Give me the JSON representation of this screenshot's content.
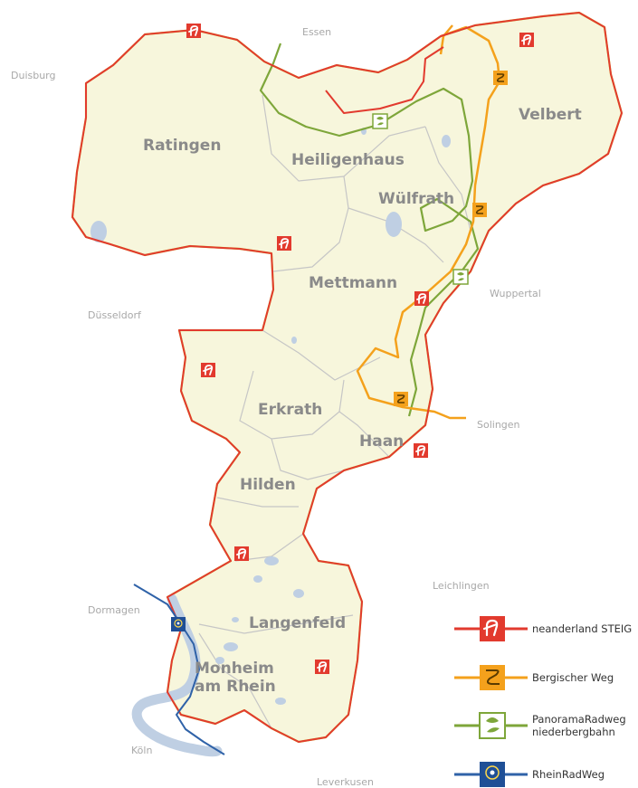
{
  "colors": {
    "district_fill": "#f7f6dc",
    "district_outline": "#c4d831",
    "internal_border": "#c6c6c6",
    "water": "#bfcfe3",
    "steig": "#e23a2e",
    "bergisch": "#f4a11c",
    "panorama": "#7ea63a",
    "rhein": "#2f62a8"
  },
  "cities": [
    {
      "id": "ratingen",
      "label": "Ratingen"
    },
    {
      "id": "heiligenhaus",
      "label": "Heiligenhaus"
    },
    {
      "id": "velbert",
      "label": "Velbert"
    },
    {
      "id": "wuelfrath",
      "label": "Wülfrath"
    },
    {
      "id": "mettmann",
      "label": "Mettmann"
    },
    {
      "id": "erkrath",
      "label": "Erkrath"
    },
    {
      "id": "haan",
      "label": "Haan"
    },
    {
      "id": "hilden",
      "label": "Hilden"
    },
    {
      "id": "langenfeld",
      "label": "Langenfeld"
    },
    {
      "id": "monheim",
      "label": "Monheim am Rhein",
      "lines": [
        "Monheim",
        "am Rhein"
      ]
    }
  ],
  "neighbors": [
    {
      "id": "essen",
      "label": "Essen"
    },
    {
      "id": "duisburg",
      "label": "Duisburg"
    },
    {
      "id": "duesseldorf",
      "label": "Düsseldorf"
    },
    {
      "id": "wuppertal",
      "label": "Wuppertal"
    },
    {
      "id": "solingen",
      "label": "Solingen"
    },
    {
      "id": "leichlingen",
      "label": "Leichlingen"
    },
    {
      "id": "dormagen",
      "label": "Dormagen"
    },
    {
      "id": "koeln",
      "label": "Köln"
    },
    {
      "id": "leverkusen",
      "label": "Leverkusen"
    }
  ],
  "legend": [
    {
      "id": "steig",
      "label": "neanderland STEIG",
      "icon": "neanderland-steig-icon",
      "color": "#e23a2e"
    },
    {
      "id": "bergisch",
      "label": "Bergischer Weg",
      "icon": "bergischer-weg-icon",
      "color": "#f4a11c"
    },
    {
      "id": "panorama",
      "label": "PanoramaRadweg niederbergbahn",
      "lines": [
        "PanoramaRadweg",
        "niederbergbahn"
      ],
      "icon": "panorama-radweg-icon",
      "color": "#7ea63a"
    },
    {
      "id": "rhein",
      "label": "RheinRadWeg",
      "icon": "rhein-radweg-icon",
      "color": "#2f62a8"
    }
  ]
}
